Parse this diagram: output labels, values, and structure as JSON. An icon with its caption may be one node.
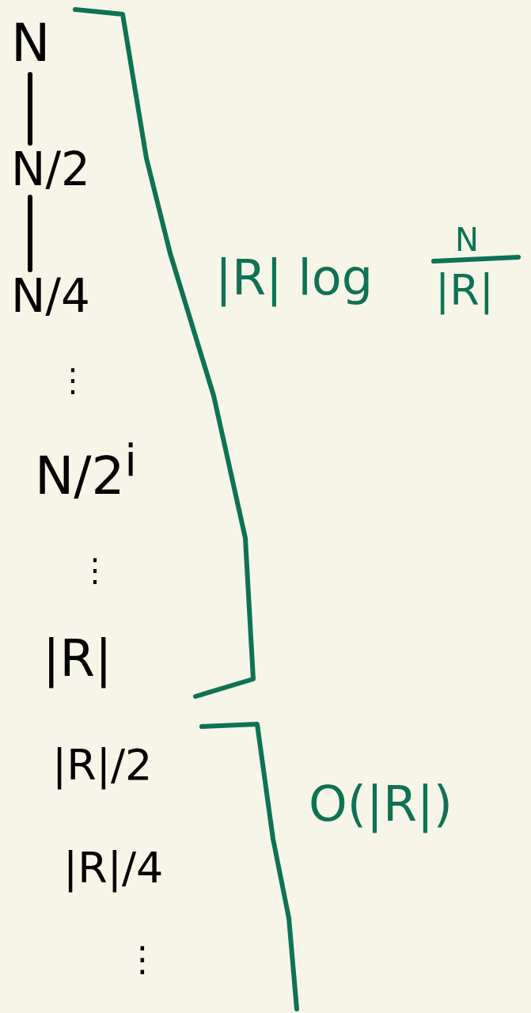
{
  "diagram": {
    "nodes": [
      {
        "text": [
          "N"
        ]
      },
      {
        "text": [
          "N/2"
        ]
      },
      {
        "text": [
          "N/4"
        ]
      },
      {
        "text": [
          "N/2$^{i}$"
        ]
      },
      {
        "text": [
          "|R|"
        ]
      },
      {
        "text": [
          "|R|/2"
        ]
      },
      {
        "text": [
          "|R|/4"
        ]
      }
    ],
    "edges": [
      {
        "from": 0,
        "to": 1,
        "arrow": "none"
      },
      {
        "from": 1,
        "to": 2,
        "arrow": "none"
      }
    ],
    "labels": [
      "|R| log",
      "N",
      "|R|",
      "⋮",
      "⋮",
      "O(|R|)",
      "⋮"
    ]
  }
}
